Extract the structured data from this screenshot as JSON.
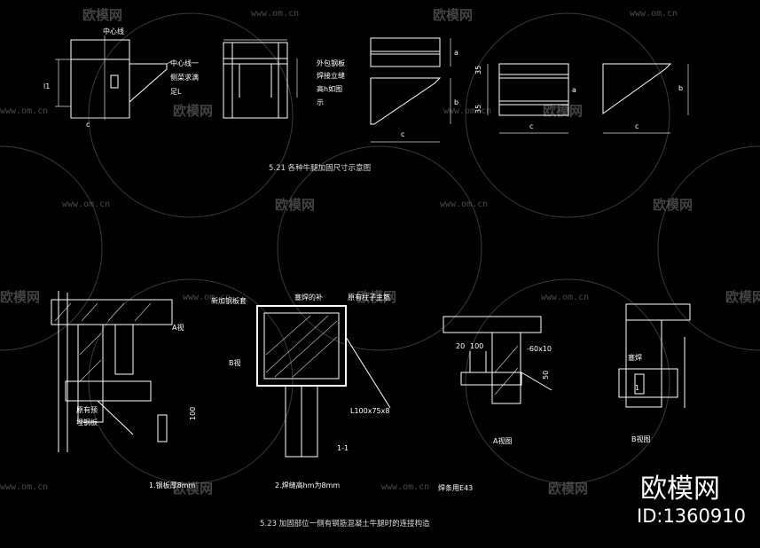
{
  "watermark": {
    "brand": "欧模网",
    "url": "www.om.cn",
    "id": "ID:1360910"
  },
  "top": {
    "caption": "5.21  各种牛腿加固尺寸示意图",
    "fig1_centerline": "中心线",
    "fig1_note": [
      "中心线一",
      "侧菜求满",
      "足L"
    ],
    "fig1_dim_l1": "l1",
    "fig1_dim_c": "c",
    "fig2_note": [
      "外包钢板",
      "焊接立缝",
      "高h如图",
      "示"
    ],
    "fig3_a": "a",
    "fig3_b": "b",
    "fig3_c": "c",
    "fig4_35a": "35",
    "fig4_35b": "35",
    "fig4_a": "a",
    "fig4_c": "c",
    "fig5_b": "b",
    "fig5_c": "c"
  },
  "bottom": {
    "caption": "5.23  加固部位一侧有钢筋混凝土牛腿时的连接构造",
    "note1": "1.钢板厚8mm",
    "note2": "2.焊缝高hm为8mm",
    "note3": "焊条用E43",
    "a_view": "A视",
    "b_view": "B视",
    "orig_plate": [
      "原有预",
      "埋钢板"
    ],
    "dim_100": "100",
    "new_plate": "新加钢板套",
    "weld_fill": "塞焊的补",
    "orig_col": "原有柱子主筋",
    "angle": "L100x75x8",
    "sec_11": "1-1",
    "dim_20": "20",
    "dim_100b": "100",
    "plate_60": "-60x10",
    "dim_50": "50",
    "a_view_title": "A视图",
    "b_view_title": "B视图",
    "plug_weld": "塞焊",
    "mark_1": "1"
  }
}
